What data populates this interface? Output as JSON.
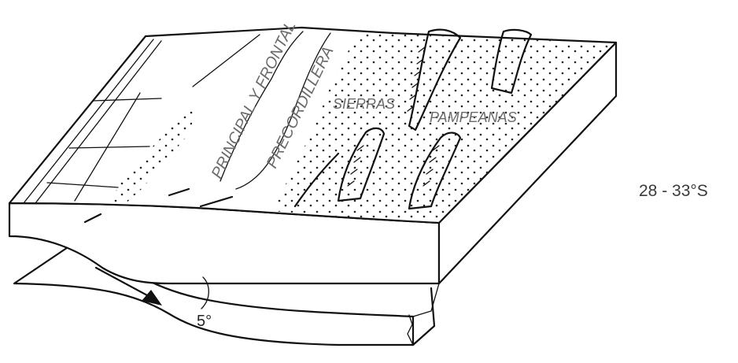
{
  "labels": {
    "principal_frontal": "PRINCIPAL Y FRONTAL",
    "precordillera": "PRECORDILLERA",
    "sierras": "SIERRAS",
    "pampeanas": "PAMPEANAS",
    "angle": "5°",
    "latitude": "28 - 33°S"
  },
  "colors": {
    "ink": "#111111",
    "label_gray": "#6a6a6a"
  }
}
